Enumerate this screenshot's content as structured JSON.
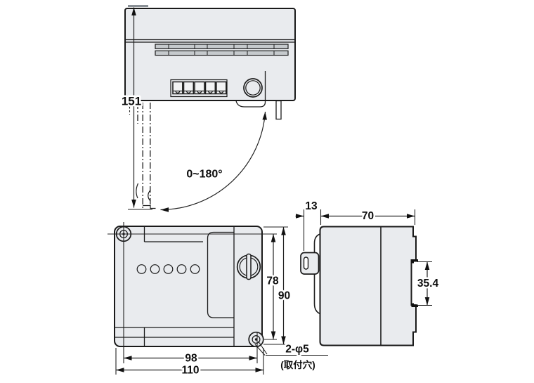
{
  "drawing": {
    "title": "unit-outline-dimension-drawing",
    "labels": {
      "overall_height": "151",
      "door_swing": "0~180°",
      "hole_pitch_v": "78",
      "body_height": "90",
      "hole_pitch_h": "98",
      "body_width": "110",
      "hole_note": "2-φ5",
      "hole_note_sub": "(取付穴)",
      "knob_depth": "13",
      "body_depth": "70",
      "din_width": "35.4"
    },
    "colors": {
      "body_fill": "#e9ebee",
      "line": "#1a1a1a",
      "vent_fill": "#c6cacd"
    }
  }
}
